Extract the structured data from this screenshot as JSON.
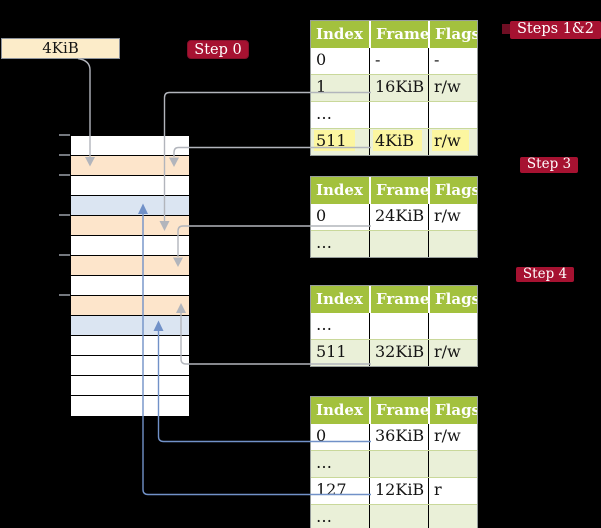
{
  "frame_box": {
    "label": "4KiB"
  },
  "badges": {
    "step0": {
      "label": "Step 0"
    },
    "steps12": {
      "label": "Steps 1&2"
    },
    "step3": {
      "label": "Step 3"
    },
    "step4": {
      "label": "Step 4"
    }
  },
  "colors": {
    "background": "#000000",
    "badge_red": "#a61231",
    "table_header_green": "#a3c13e",
    "table_row_green": "#eaf0d8",
    "highlight_yellow": "#fcf6a0",
    "frame_box_tan": "#fcecc9",
    "memory_row_peach": "#fde5cb",
    "memory_row_blue": "#dbe5f2",
    "connector_gray": "#b2b5bc",
    "connector_blue": "#7191c8"
  },
  "memory_column": {
    "rows": [
      "white",
      "peach",
      "white",
      "blue",
      "peach",
      "white",
      "peach",
      "white",
      "peach",
      "blue",
      "white",
      "white",
      "white",
      "white"
    ]
  },
  "tables": [
    {
      "name": "page-table-steps-1-2",
      "headers": [
        "Index",
        "Frame",
        "Flags"
      ],
      "rows": [
        {
          "cells": [
            "0",
            "-",
            "-"
          ],
          "shaded": false,
          "highlight": false
        },
        {
          "cells": [
            "1",
            "16KiB",
            "r/w"
          ],
          "shaded": true,
          "highlight": false
        },
        {
          "cells": [
            "…",
            "",
            ""
          ],
          "shaded": false,
          "highlight": false
        },
        {
          "cells": [
            "511",
            "4KiB",
            "r/w"
          ],
          "shaded": true,
          "highlight": true
        }
      ]
    },
    {
      "name": "page-table-step-3",
      "headers": [
        "Index",
        "Frame",
        "Flags"
      ],
      "rows": [
        {
          "cells": [
            "0",
            "24KiB",
            "r/w"
          ],
          "shaded": false,
          "highlight": false
        },
        {
          "cells": [
            "…",
            "",
            ""
          ],
          "shaded": true,
          "highlight": false
        }
      ]
    },
    {
      "name": "page-table-step-4",
      "headers": [
        "Index",
        "Frame",
        "Flags"
      ],
      "rows": [
        {
          "cells": [
            "…",
            "",
            ""
          ],
          "shaded": false,
          "highlight": false
        },
        {
          "cells": [
            "511",
            "32KiB",
            "r/w"
          ],
          "shaded": true,
          "highlight": false
        }
      ]
    },
    {
      "name": "page-table-final",
      "headers": [
        "Index",
        "Frame",
        "Flags"
      ],
      "rows": [
        {
          "cells": [
            "0",
            "36KiB",
            "r/w"
          ],
          "shaded": false,
          "highlight": false
        },
        {
          "cells": [
            "…",
            "",
            ""
          ],
          "shaded": true,
          "highlight": false
        },
        {
          "cells": [
            "127",
            "12KiB",
            "r"
          ],
          "shaded": false,
          "highlight": false
        },
        {
          "cells": [
            "…",
            "",
            ""
          ],
          "shaded": true,
          "highlight": false
        }
      ]
    }
  ],
  "connectors": [
    {
      "from": "frame-size-label-box",
      "to": "memory-row-2",
      "color": "gray"
    },
    {
      "from": "page-table-steps-1-2-row-1",
      "to": "memory-row-5",
      "color": "gray"
    },
    {
      "from": "page-table-steps-1-2-row-511",
      "to": "memory-row-2",
      "color": "gray"
    },
    {
      "from": "page-table-step-3-row-0",
      "to": "memory-row-7",
      "color": "gray"
    },
    {
      "from": "page-table-step-4-row-511",
      "to": "memory-row-9",
      "color": "gray"
    },
    {
      "from": "page-table-final-row-0",
      "to": "memory-row-10",
      "color": "blue"
    },
    {
      "from": "page-table-final-row-127",
      "to": "memory-row-4",
      "color": "blue"
    }
  ]
}
